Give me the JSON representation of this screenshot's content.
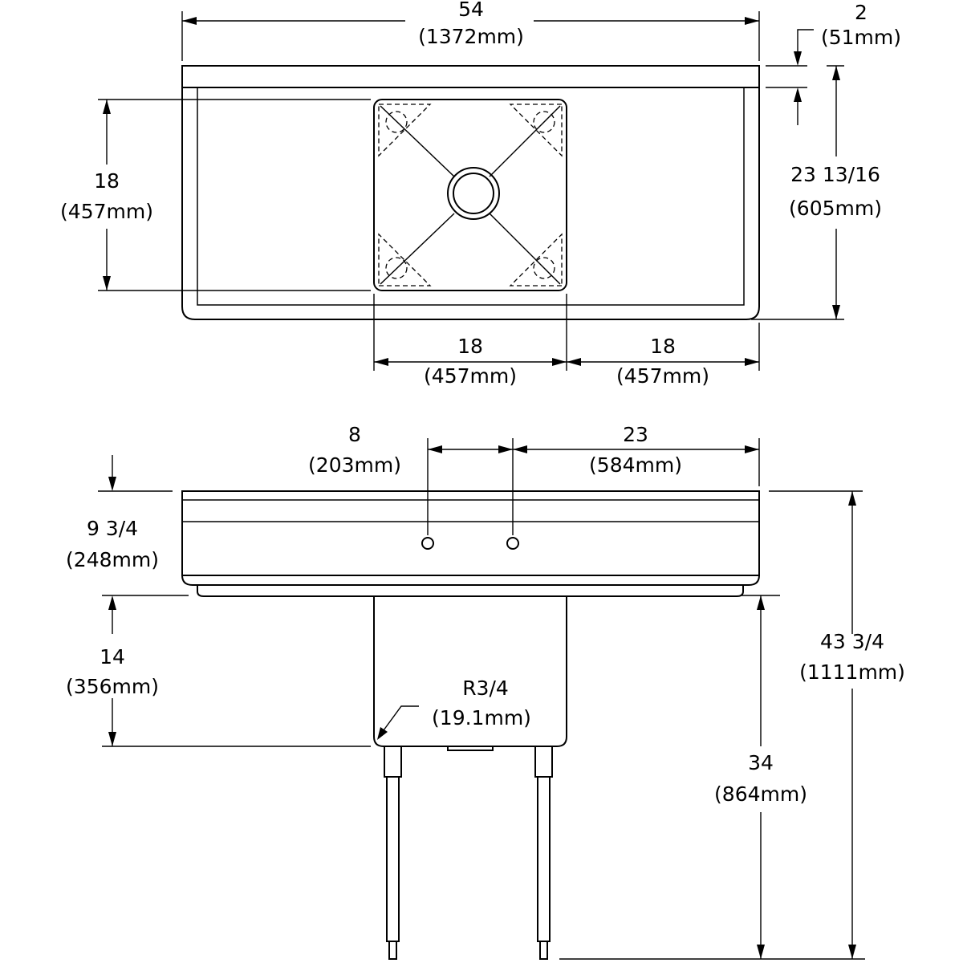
{
  "top_view": {
    "overall_width": {
      "value": "54",
      "metric": "(1372mm)"
    },
    "backsplash_height": {
      "value": "2",
      "metric": "(51mm)"
    },
    "bowl_depth": {
      "value": "18",
      "metric": "(457mm)"
    },
    "overall_depth": {
      "value": "23 13/16",
      "metric": "(605mm)"
    },
    "bowl_width": {
      "value": "18",
      "metric": "(457mm)"
    },
    "drainboard_width": {
      "value": "18",
      "metric": "(457mm)"
    }
  },
  "front_view": {
    "faucet_spacing": {
      "value": "8",
      "metric": "(203mm)"
    },
    "faucet_to_edge": {
      "value": "23",
      "metric": "(584mm)"
    },
    "splash_height": {
      "value": "9 3/4",
      "metric": "(248mm)"
    },
    "bowl_height": {
      "value": "14",
      "metric": "(356mm)"
    },
    "corner_radius": {
      "value": "R3/4",
      "metric": "(19.1mm)"
    },
    "work_height": {
      "value": "34",
      "metric": "(864mm)"
    },
    "overall_height": {
      "value": "43 3/4",
      "metric": "(1111mm)"
    }
  }
}
